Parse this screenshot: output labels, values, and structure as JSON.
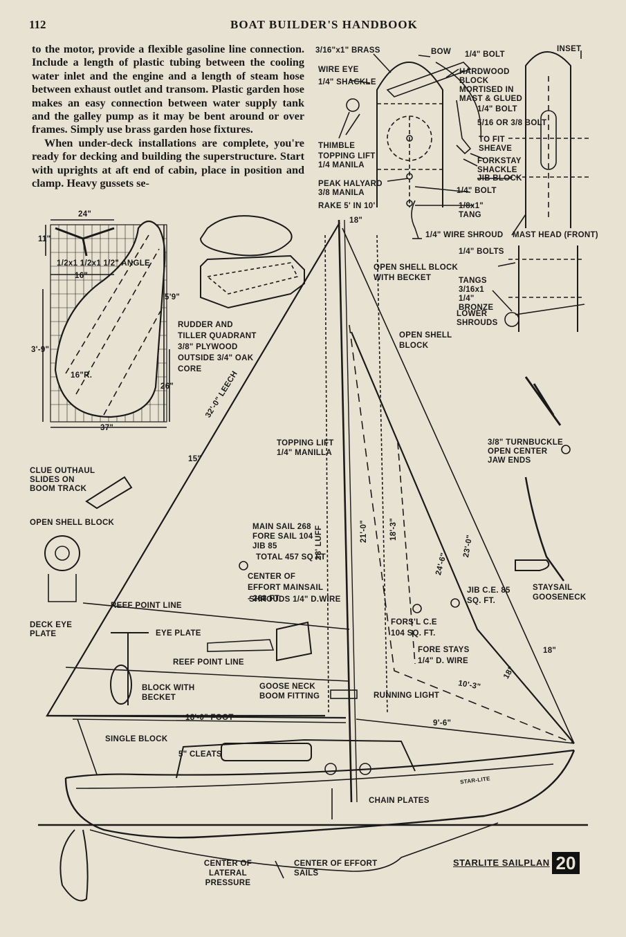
{
  "header": {
    "page_number": "112",
    "title": "BOAT BUILDER'S HANDBOOK"
  },
  "body_text": {
    "p1": "to the motor, provide a flexible gasoline line connection. Include a length of plastic tubing between the cooling water inlet and the engine and a length of steam hose between exhaust outlet and transom. Plastic garden hose makes an easy connection between water supply tank and the galley pump as it may be bent around or over frames. Simply use brass garden hose fixtures.",
    "p2": "When under-deck installations are complete, you're ready for decking and building the superstructure. Start with uprights at aft end of cabin, place in position and clamp. Heavy gussets se-"
  },
  "mast_head": {
    "brass": "3/16\"x1\" BRASS",
    "bow": "BOW",
    "bolt_quarter": "1/4\" BOLT",
    "wire_eye": "WIRE EYE",
    "shackle": "1/4\" SHACKLE",
    "hardwood_block": "HARDWOOD BLOCK MORTISED IN MAST & GLUED",
    "bolt2": "1/4\" BOLT",
    "bolt_516": "5/16 OR 3/8 BOLT",
    "fit_sheave": "TO FIT SHEAVE",
    "forkstay": "FORKSTAY SHACKLE",
    "jib_block": "JIB BLOCK",
    "bolt3": "1/4\" BOLT",
    "thimble": "THIMBLE",
    "topping_lift": "TOPPING LIFT 1/4 MANILA",
    "peak_halyard": "PEAK HALYARD 3/8 MANILA",
    "rake": "RAKE 5' IN 10'",
    "tang": "1/8x1\" TANG",
    "wire_shroud": "1/4\" WIRE SHROUD",
    "inset": "INSET",
    "mast_front": "MAST HEAD (FRONT)",
    "bolts": "1/4\" BOLTS",
    "tangs": "TANGS 3/16x1 1/4\" BRONZE",
    "lower_shrouds": "LOWER SHROUDS"
  },
  "rudder": {
    "w24": "24\"",
    "h11": "11\"",
    "angle": "1/2x1 1/2x1 1/2\" ANGLE",
    "w16": "16\"",
    "h59": "5'9\"",
    "h39": "3'-9\"",
    "r16": "16\"R.",
    "h26": "26\"",
    "w37": "37\"",
    "desc": "RUDDER AND TILLER QUADRANT 3/8\" PLYWOOD OUTSIDE 3/4\" OAK CORE"
  },
  "sailplan": {
    "top18": "18\"",
    "open_shell_becket": "OPEN SHELL BLOCK WITH BECKET",
    "open_shell": "OPEN SHELL BLOCK",
    "leech": "32'-0\" LEECH",
    "w15": "15\"",
    "topping": "TOPPING LIFT 1/4\" MANILLA",
    "mainsail_area": "MAIN SAIL 268",
    "foresail_area": "FORE SAIL 104",
    "jib_area": "JIB 85",
    "total_area": "TOTAL 457 SQ FT",
    "luff": "28' LUFF",
    "d21": "21'-0\"",
    "d18": "18'-3\"",
    "d23": "23'-0\"",
    "d24": "24'-6\"",
    "ce_main": "CENTER OF EFFORT MAINSAIL - 268 FT.",
    "shrouds": "SHROUDS 1/4\" D.WIRE",
    "jib_ce": "JIB C.E. 85 SQ. FT.",
    "fors_ce": "FORS'L C.E 104 SQ. FT.",
    "fore_stays": "FORE STAYS 1/4\" D. WIRE",
    "reef1": "REEF POINT LINE",
    "reef2": "REEF POINT LINE",
    "eye_plate": "EYE PLATE",
    "d18b": "18\"",
    "d18c": "18\"",
    "d103": "10'-3\"",
    "gooseneck": "GOOSE NECK BOOM FITTING",
    "running_light": "RUNNING LIGHT",
    "block_becket": "BLOCK WITH BECKET",
    "foot": "18'-0\" FOOT",
    "d96": "9'-6\"",
    "single_block": "SINGLE BLOCK",
    "cleats": "5\" CLEATS",
    "star_lite": "STAR-LITE",
    "chain_plates": "CHAIN PLATES",
    "clat": "CENTER OF LATERAL PRESSURE",
    "ce_sails": "CENTER OF EFFORT SAILS"
  },
  "hardware": {
    "clue": "CLUE OUTHAUL SLIDES ON BOOM TRACK",
    "open_shell_block": "OPEN SHELL BLOCK",
    "deck_eye": "DECK EYE PLATE",
    "turnbuckle": "3/8\" TURNBUCKLE OPEN CENTER JAW ENDS",
    "staysail": "STAYSAIL GOOSENECK"
  },
  "caption": {
    "title": "STARLITE SAILPLAN",
    "number": "20"
  }
}
